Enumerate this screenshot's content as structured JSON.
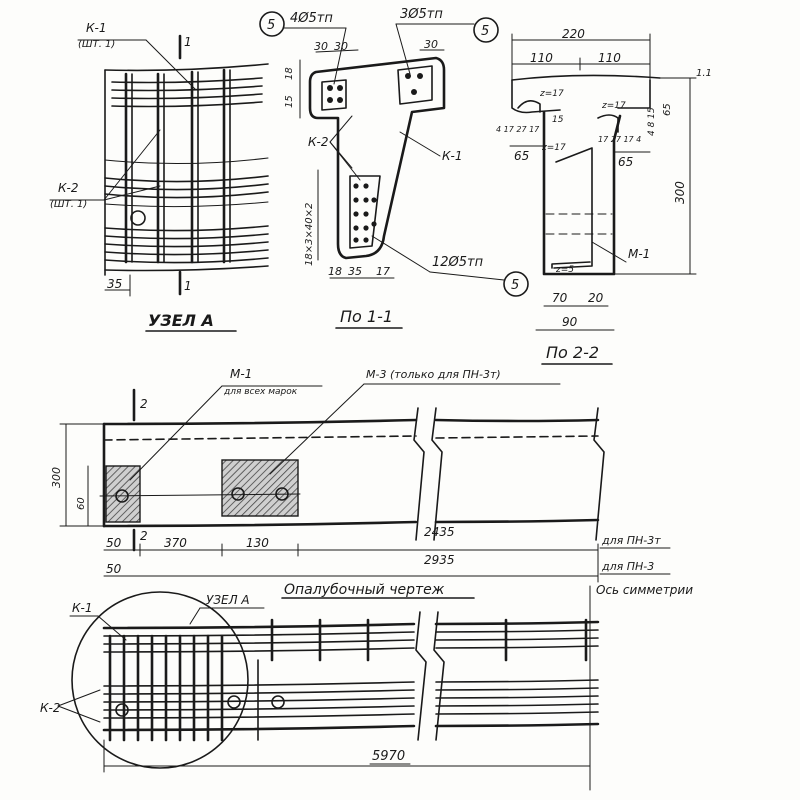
{
  "node_a": {
    "title": "УЗЕЛ А",
    "label_k1": "К-1",
    "label_k1_count": "(ШТ. 1)",
    "label_k2": "К-2",
    "label_k2_count": "(ШТ. 1)",
    "section_mark": "1",
    "dim_35": "35"
  },
  "section_1_1": {
    "title": "По 1-1",
    "bars_top_left": "4Ø5тп",
    "bars_top_right": "3Ø5тп",
    "bars_bottom": "12Ø5тп",
    "callout": "5",
    "label_k1": "К-1",
    "label_k2": "К-2",
    "dim_30a": "30",
    "dim_30b": "30",
    "dim_30c": "30",
    "dim_18": "18",
    "dim_15": "15",
    "dim_stack": "18×3×40×2",
    "dim_18b": "18",
    "dim_35": "35",
    "dim_17": "17"
  },
  "section_2_2": {
    "title": "По 2-2",
    "dim_220": "220",
    "dim_110a": "110",
    "dim_110b": "110",
    "dim_300": "300",
    "dim_65a": "65",
    "dim_65b": "65",
    "dim_65c": "65",
    "dim_70": "70",
    "dim_20": "20",
    "dim_90": "90",
    "note_z17a": "z=17",
    "note_z17b": "z=17",
    "note_z17c": "z=17",
    "note_z5": "z=5",
    "note_dims_left": "4 17 27 17",
    "note_dims_right": "17 27 17 4",
    "note_stack": "4 8 15",
    "dim_15": "15",
    "label_m1": "М-1",
    "top_mark": "1.1"
  },
  "formwork": {
    "title": "Опалубочный чертеж",
    "label_m1": "М-1",
    "label_m1_note": "для всех марок",
    "label_m3": "М-3 (только для ПН-3т)",
    "section_mark": "2",
    "dim_300": "300",
    "dim_60": "60",
    "dim_50a": "50",
    "dim_50b": "50",
    "dim_370": "370",
    "dim_130": "130",
    "dim_2435": "2435",
    "dim_2935": "2935",
    "note_pn3t": "для ПН-3т",
    "note_pn3": "для ПН-3",
    "axis_note": "Ось симметрии"
  },
  "reinforcement": {
    "node_label": "УЗЕЛ А",
    "label_k1": "К-1",
    "label_k2": "К-2",
    "dim_5970": "5970"
  }
}
